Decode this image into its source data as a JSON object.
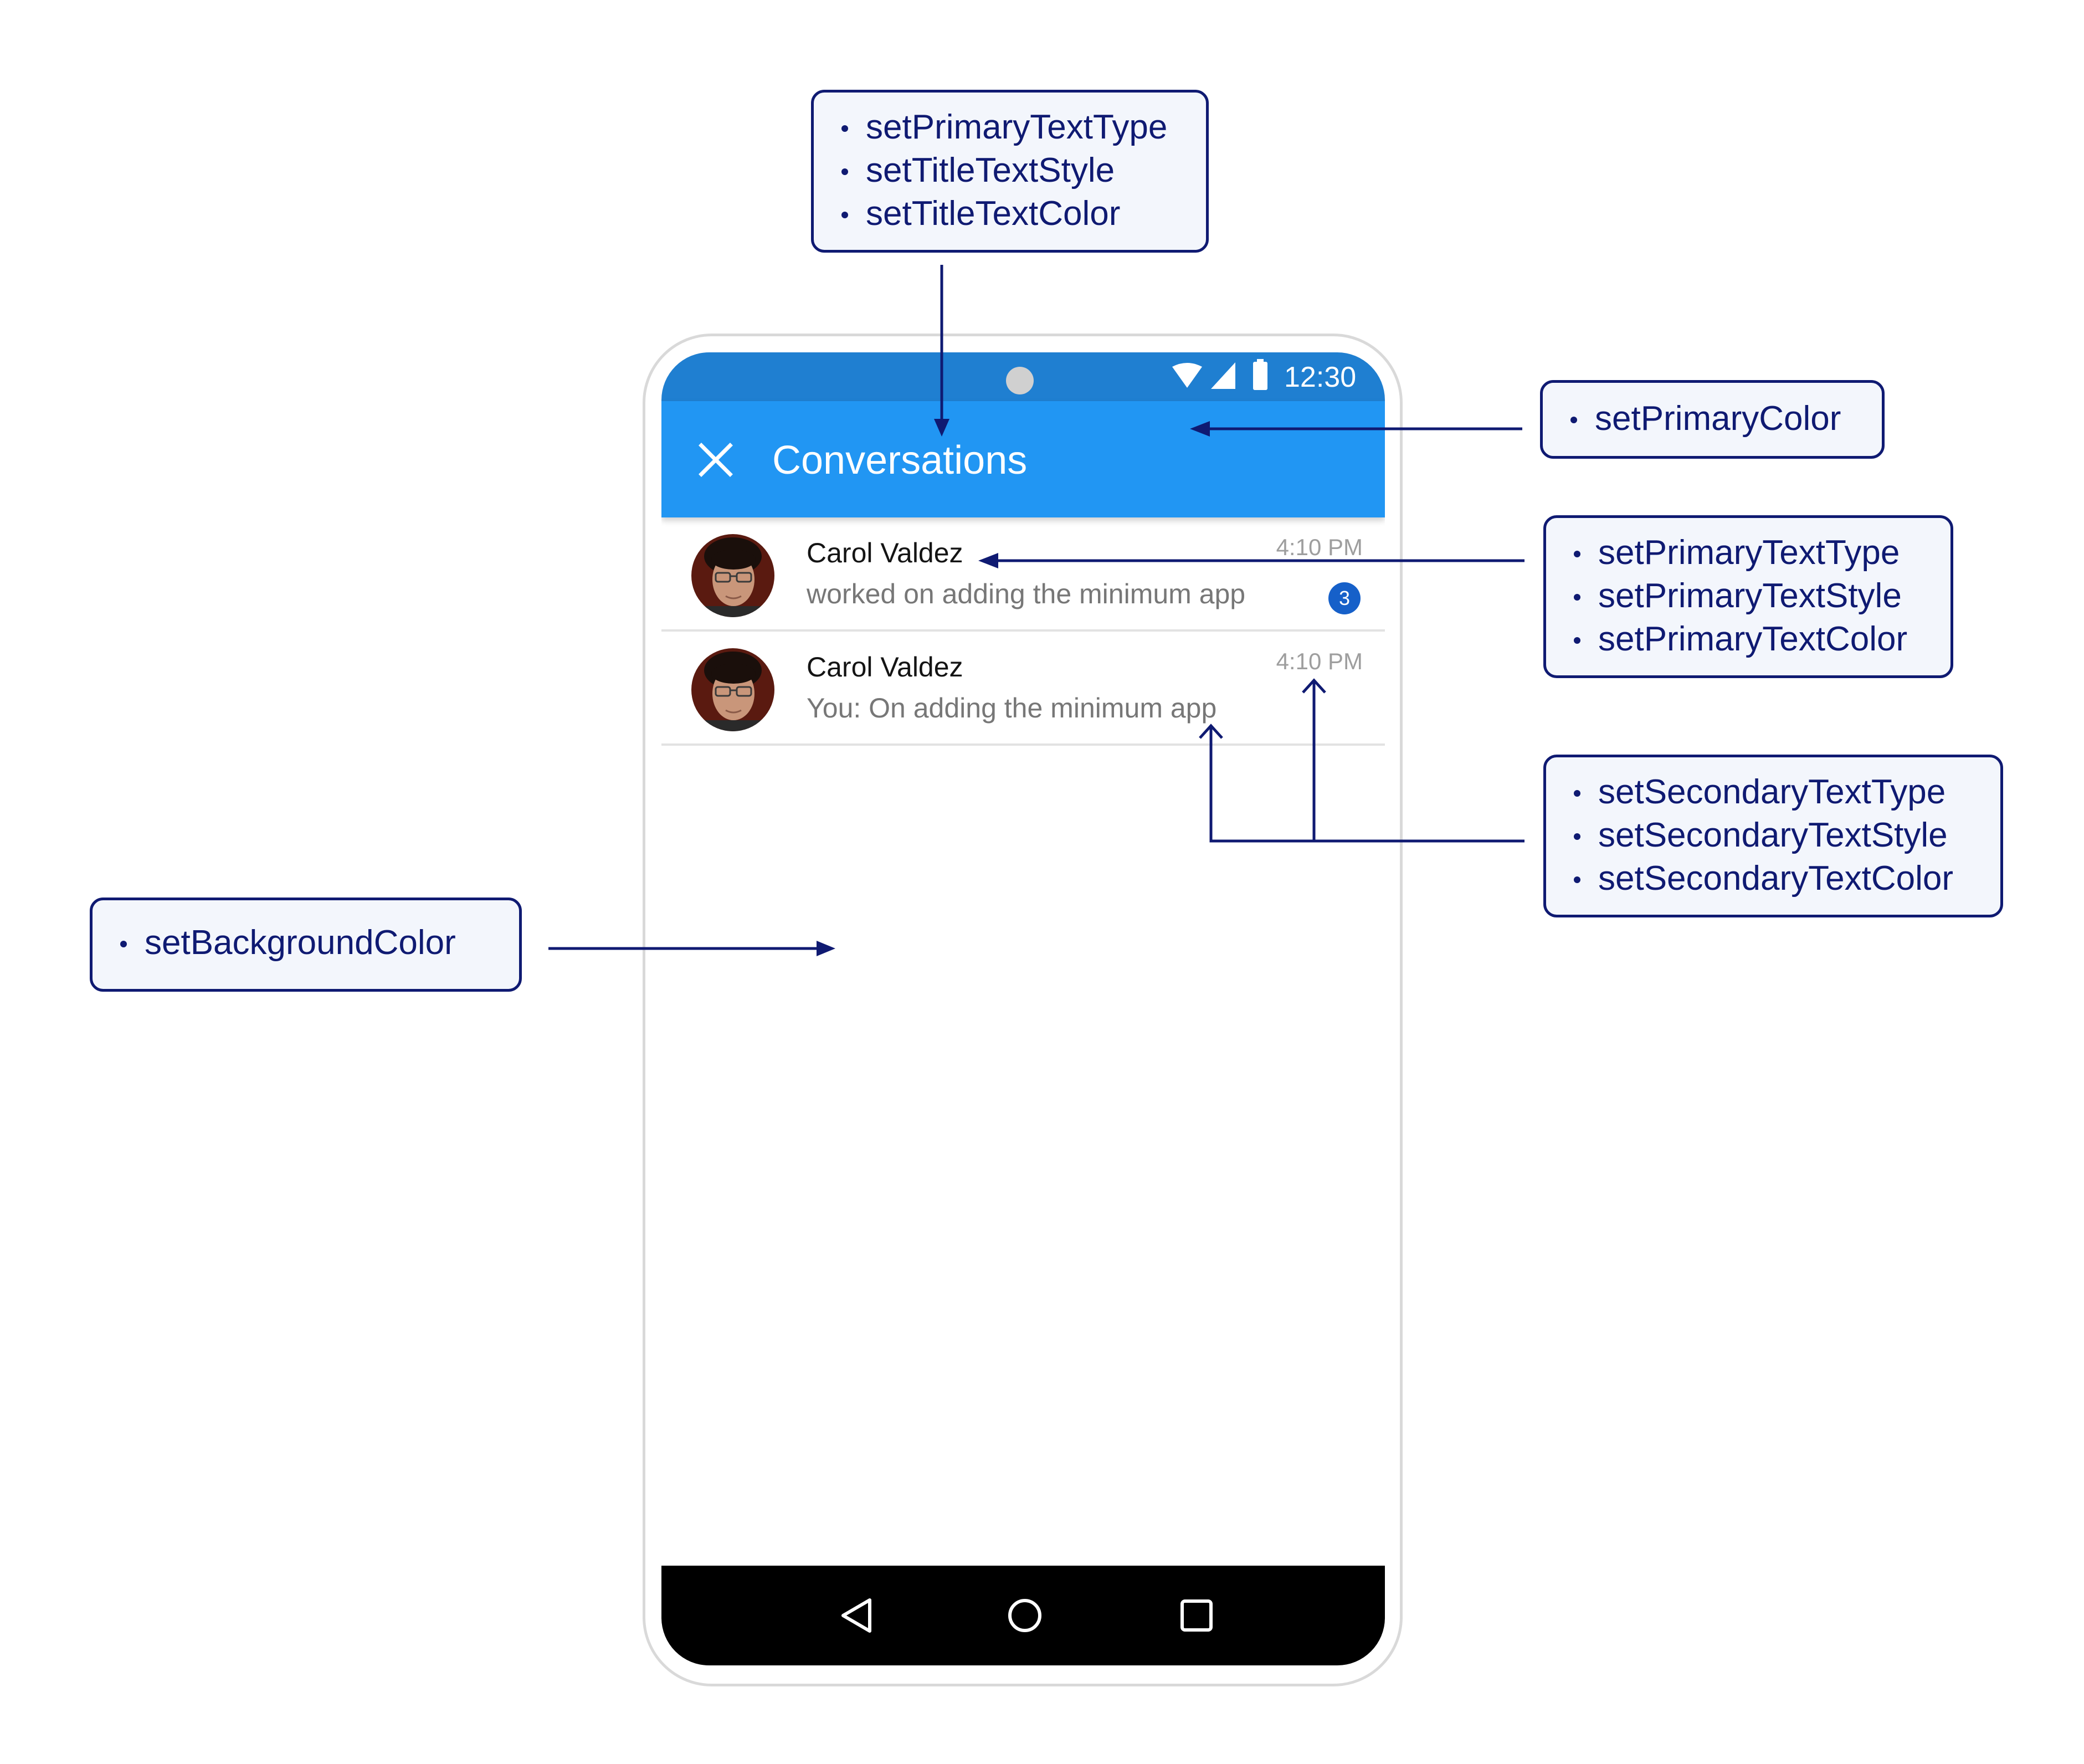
{
  "status_bar": {
    "time": "12:30",
    "icons": [
      "wifi-icon",
      "signal-icon",
      "battery-icon"
    ]
  },
  "app_bar": {
    "title": "Conversations",
    "close_icon": "close-icon"
  },
  "conversations": [
    {
      "name": "Carol Valdez",
      "message": "worked on adding the minimum app",
      "time": "4:10 PM",
      "unread": "3"
    },
    {
      "name": "Carol Valdez",
      "message": "You: On adding the minimum app",
      "time": "4:10 PM"
    }
  ],
  "nav_bar": {
    "icons": [
      "back-icon",
      "home-icon",
      "recents-icon"
    ]
  },
  "callouts": {
    "title": [
      "setPrimaryTextType",
      "setTitleTextStyle",
      "setTitleTextColor"
    ],
    "primary_color": [
      "setPrimaryColor"
    ],
    "primary_text": [
      "setPrimaryTextType",
      "setPrimaryTextStyle",
      "setPrimaryTextColor"
    ],
    "secondary_text": [
      "setSecondaryTextType",
      "setSecondaryTextStyle",
      "setSecondaryTextColor"
    ],
    "background": [
      "setBackgroundColor"
    ]
  },
  "colors": {
    "status_bar": "#1f7fd1",
    "app_bar": "#2196f3",
    "badge": "#1660c9",
    "callout_border": "#0f1a72",
    "callout_fill": "#f3f6fc",
    "nav_bar": "#000000"
  }
}
